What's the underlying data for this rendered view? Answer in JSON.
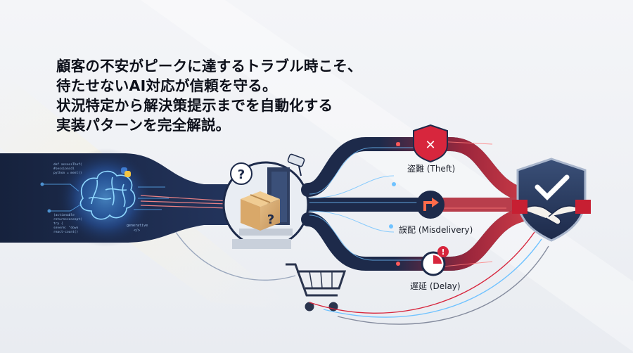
{
  "headline": {
    "line1": "顧客の不安がピークに達するトラブル時こそ、",
    "line2": "待たせないAI対応が信頼を守る。",
    "line3": "状況特定から解決策提示までを自動化する",
    "line4": "実装パターンを完全解説。"
  },
  "code_snippet": {
    "lines": [
      "def assessThef(",
      "    #session(dl",
      "    python = ment()",
      "",
      "",
      "    (actionable",
      "    returnsconcept(",
      "      try {",
      "        severe: \"down",
      "        react-count()"
    ],
    "tag": "generative",
    "tag_glyph": "</>"
  },
  "question_marks": {
    "bubble": "?",
    "box": "?"
  },
  "branches": [
    {
      "label": "盗難 (Theft)",
      "icon": "x-shield-icon",
      "color": "#d7263d"
    },
    {
      "label": "誤配 (Misdelivery)",
      "icon": "redirect-arrow-icon",
      "color": "#e3473a"
    },
    {
      "label": "遅延 (Delay)",
      "icon": "clock-alert-icon",
      "color": "#d7263d",
      "alert": "!"
    }
  ],
  "colors": {
    "navy": "#1d2a4a",
    "accent_red": "#d7263d",
    "glow_blue": "#5fb6ff"
  }
}
